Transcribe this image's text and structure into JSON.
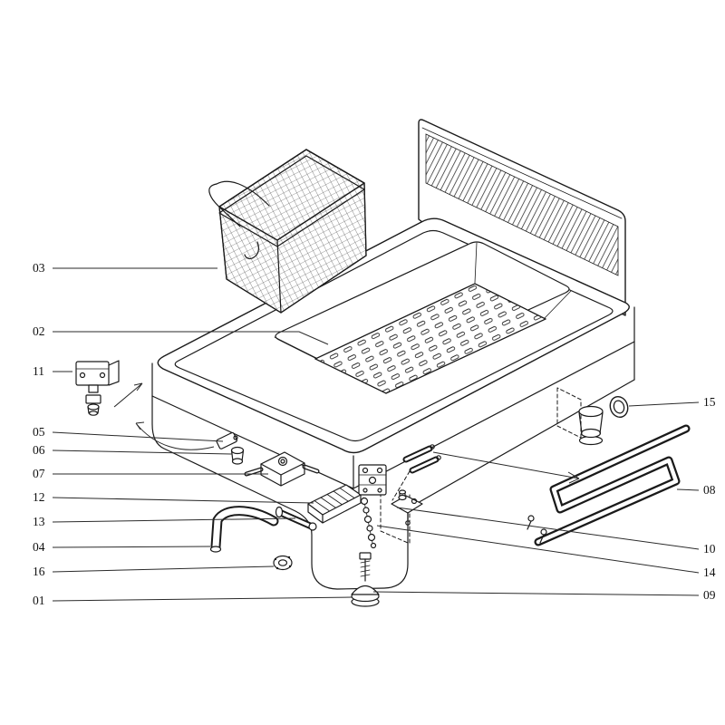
{
  "diagram": {
    "kind": "exploded-parts-diagram",
    "background_color": "#ffffff",
    "line_color": "#1a1a1a",
    "labels_left": [
      {
        "id": "03"
      },
      {
        "id": "02"
      },
      {
        "id": "11"
      },
      {
        "id": "05"
      },
      {
        "id": "06"
      },
      {
        "id": "07"
      },
      {
        "id": "12"
      },
      {
        "id": "13"
      },
      {
        "id": "04"
      },
      {
        "id": "16"
      },
      {
        "id": "01"
      }
    ],
    "labels_right": [
      {
        "id": "15"
      },
      {
        "id": "08"
      },
      {
        "id": "10"
      },
      {
        "id": "14"
      },
      {
        "id": "09"
      }
    ]
  }
}
